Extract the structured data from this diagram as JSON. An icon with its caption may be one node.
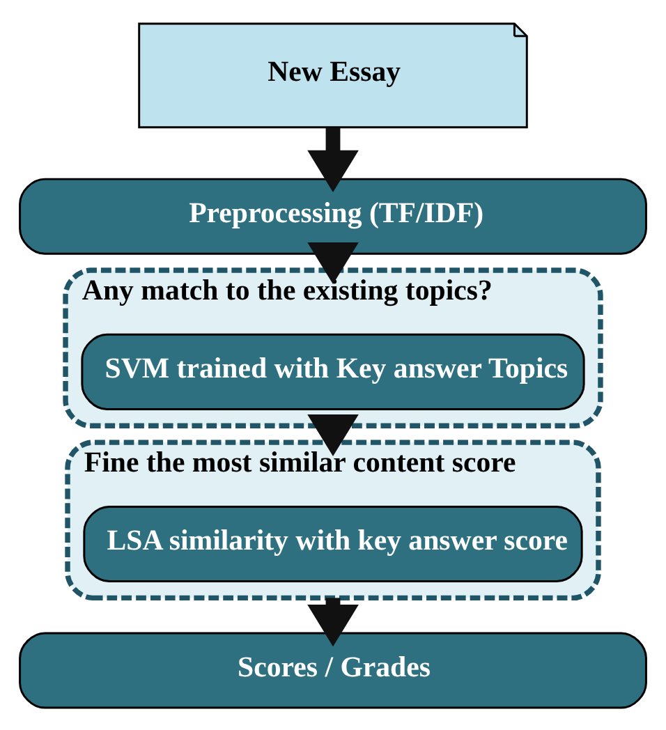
{
  "diagram": {
    "nodes": [
      {
        "text": [
          "New Essay"
        ]
      },
      {
        "text": [
          "Preprocessing (TF/IDF)"
        ]
      },
      {
        "text": [
          "Any match to the existing topics?"
        ]
      },
      {
        "text": [
          "SVM trained with Key answer Topics"
        ],
        "in": 2
      },
      {
        "text": [
          "Fine the most similar content score"
        ]
      },
      {
        "text": [
          "LSA similarity with key answer score"
        ],
        "in": 4
      },
      {
        "text": [
          "Scores / Grades"
        ]
      }
    ],
    "edges": [
      {
        "from": 0,
        "to": 1,
        "arrow": "to"
      },
      {
        "from": 1,
        "to": 2,
        "arrow": "to"
      },
      {
        "from": 2,
        "to": 4,
        "arrow": "to"
      },
      {
        "from": 4,
        "to": 6,
        "arrow": "to"
      }
    ]
  }
}
